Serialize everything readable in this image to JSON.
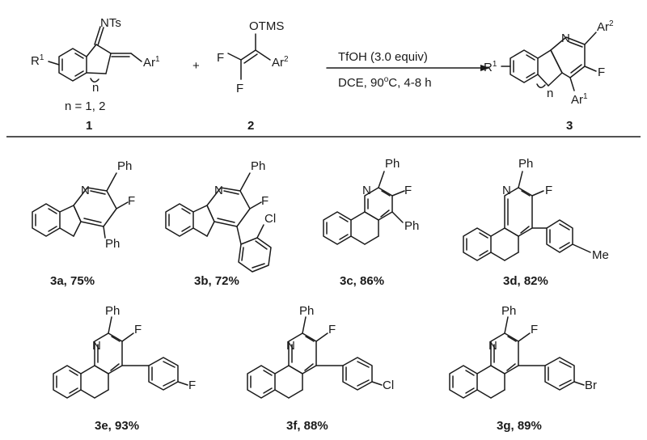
{
  "scheme": {
    "reagent_1": {
      "number": "1",
      "substituent": "R",
      "substituent_sup": "1",
      "imine": "NTs",
      "aryl": "Ar",
      "aryl_sup": "1",
      "ring_index": "n",
      "range_note": "n = 1, 2"
    },
    "plus": "+",
    "reagent_2": {
      "number": "2",
      "silyl": "OTMS",
      "aryl": "Ar",
      "aryl_sup": "2",
      "fluorine_top": "F",
      "fluorine_bottom": "F"
    },
    "conditions": {
      "reagent": "TfOH (3.0 equiv)",
      "solvent": "DCE, 90",
      "temp_sup": "o",
      "temp_tail": "C, 4-8 h"
    },
    "product": {
      "number": "3",
      "nitrogen": "N",
      "fluorine": "F",
      "aryl_top": "Ar",
      "aryl_top_sup": "2",
      "aryl_bottom": "Ar",
      "aryl_bottom_sup": "1",
      "substituent": "R",
      "substituent_sup": "1",
      "ring_index": "n"
    }
  },
  "compounds": [
    {
      "id": "3a",
      "yield": "75%",
      "label": "3a, 75%",
      "n": "N",
      "f": "F",
      "top": "Ph",
      "aryl": "Ph"
    },
    {
      "id": "3b",
      "yield": "72%",
      "label": "3b, 72%",
      "n": "N",
      "f": "F",
      "top": "Ph",
      "sub": "Cl"
    },
    {
      "id": "3c",
      "yield": "86%",
      "label": "3c, 86%",
      "n": "N",
      "f": "F",
      "top": "Ph",
      "aryl": "Ph"
    },
    {
      "id": "3d",
      "yield": "82%",
      "label": "3d, 82%",
      "n": "N",
      "f": "F",
      "top": "Ph",
      "sub": "Me"
    },
    {
      "id": "3e",
      "yield": "93%",
      "label": "3e, 93%",
      "n": "N",
      "f": "F",
      "top": "Ph",
      "sub": "F"
    },
    {
      "id": "3f",
      "yield": "88%",
      "label": "3f, 88%",
      "n": "N",
      "f": "F",
      "top": "Ph",
      "sub": "Cl"
    },
    {
      "id": "3g",
      "yield": "89%",
      "label": "3g, 89%",
      "n": "N",
      "f": "F",
      "top": "Ph",
      "sub": "Br"
    }
  ]
}
